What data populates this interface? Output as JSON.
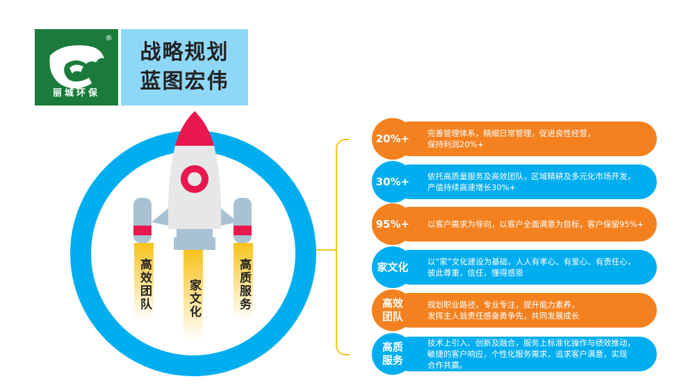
{
  "logo": {
    "brand": "丽城环保",
    "registered": "®"
  },
  "title": {
    "line1": "战略规划",
    "line2": "蓝图宏伟"
  },
  "rocket": {
    "flames": [
      "高效团队",
      "家文化",
      "高质服务"
    ]
  },
  "colors": {
    "orange": "#f38120",
    "blue": "#00aeef",
    "green": "#1b7b3c",
    "red": "#e8174e",
    "yellow": "#f6c21c"
  },
  "rows": [
    {
      "badge": "20%+",
      "text": "完善管理体系，精细日常管理，促进良性经营，\n保持利润20%+",
      "color": "orange"
    },
    {
      "badge": "30%+",
      "text": "依托高质量服务及高效团队，区域精耕及多元化市场开发，\n产值持续高速增长30%+",
      "color": "blue"
    },
    {
      "badge": "95%+",
      "text": "以客户需求为导向，以客户全面满意为目标，客户保留95%+",
      "color": "orange"
    },
    {
      "badge": "家文化",
      "text": "以“家”文化建设为基础，人人有孝心、有爱心、有责任心，\n彼此尊重，信任，懂得感恩",
      "color": "blue"
    },
    {
      "badge": "高效\n团队",
      "text": "规划职业路径，专业专注，提升能力素养，\n发挥主人翁责任感奋勇争先，共同发展成长",
      "color": "orange"
    },
    {
      "badge": "高质\n服务",
      "text": "技术上引入、创新及融合，服务上标准化操作与绩效推动，\n敏捷的客户响应，个性化服务需求，追求客户满意，实现\n合作共赢。",
      "color": "blue"
    }
  ]
}
